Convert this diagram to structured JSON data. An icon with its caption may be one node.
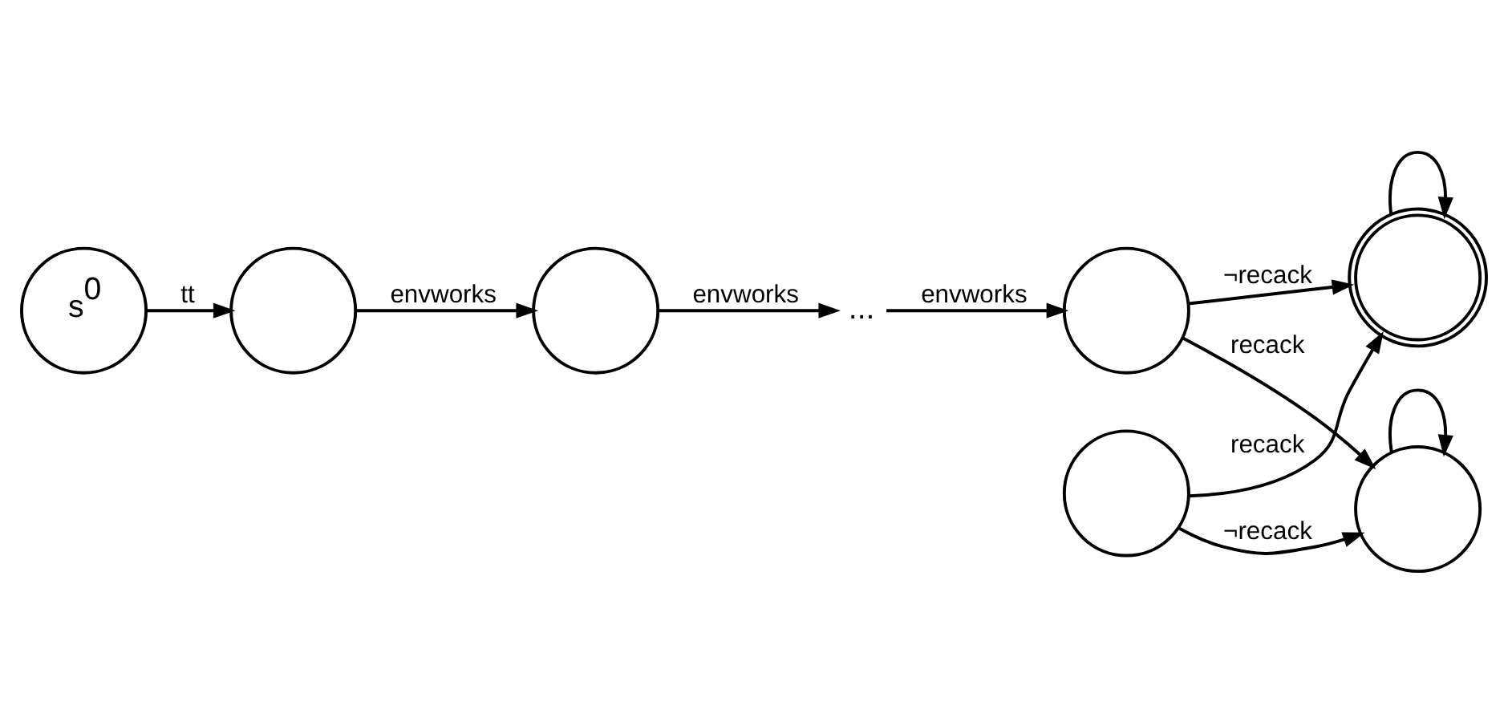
{
  "diagram": {
    "nodes": [
      {
        "text": [
          "s$^{0}$"
        ]
      },
      {
        "text": [],
        "shape": "circle"
      },
      {
        "text": [],
        "shape": "circle"
      },
      {
        "text": [
          "..."
        ]
      },
      {
        "text": [],
        "shape": "circle"
      },
      {
        "text": [],
        "shape": "doublecircle"
      },
      {
        "text": [],
        "shape": "circle"
      },
      {
        "text": [],
        "shape": "circle"
      }
    ],
    "edges": [
      {
        "from": 0,
        "to": 1,
        "arrow": "to",
        "label": "tt"
      },
      {
        "from": 1,
        "to": 2,
        "arrow": "to",
        "label": "envworks"
      },
      {
        "from": 2,
        "to": 3,
        "arrow": "to",
        "label": "envworks"
      },
      {
        "from": 3,
        "to": 4,
        "arrow": "to",
        "label": "envworks"
      },
      {
        "from": 4,
        "to": 5,
        "arrow": "to",
        "label": "¬recack"
      },
      {
        "from": 4,
        "to": 7,
        "arrow": "to",
        "label": "recack"
      },
      {
        "from": 5,
        "to": 5,
        "arrow": "to"
      },
      {
        "from": 7,
        "to": 7,
        "arrow": "to"
      },
      {
        "from": 6,
        "to": 5,
        "arrow": "to",
        "label": "recack"
      },
      {
        "from": 6,
        "to": 7,
        "arrow": "to",
        "label": "¬recack"
      }
    ]
  }
}
